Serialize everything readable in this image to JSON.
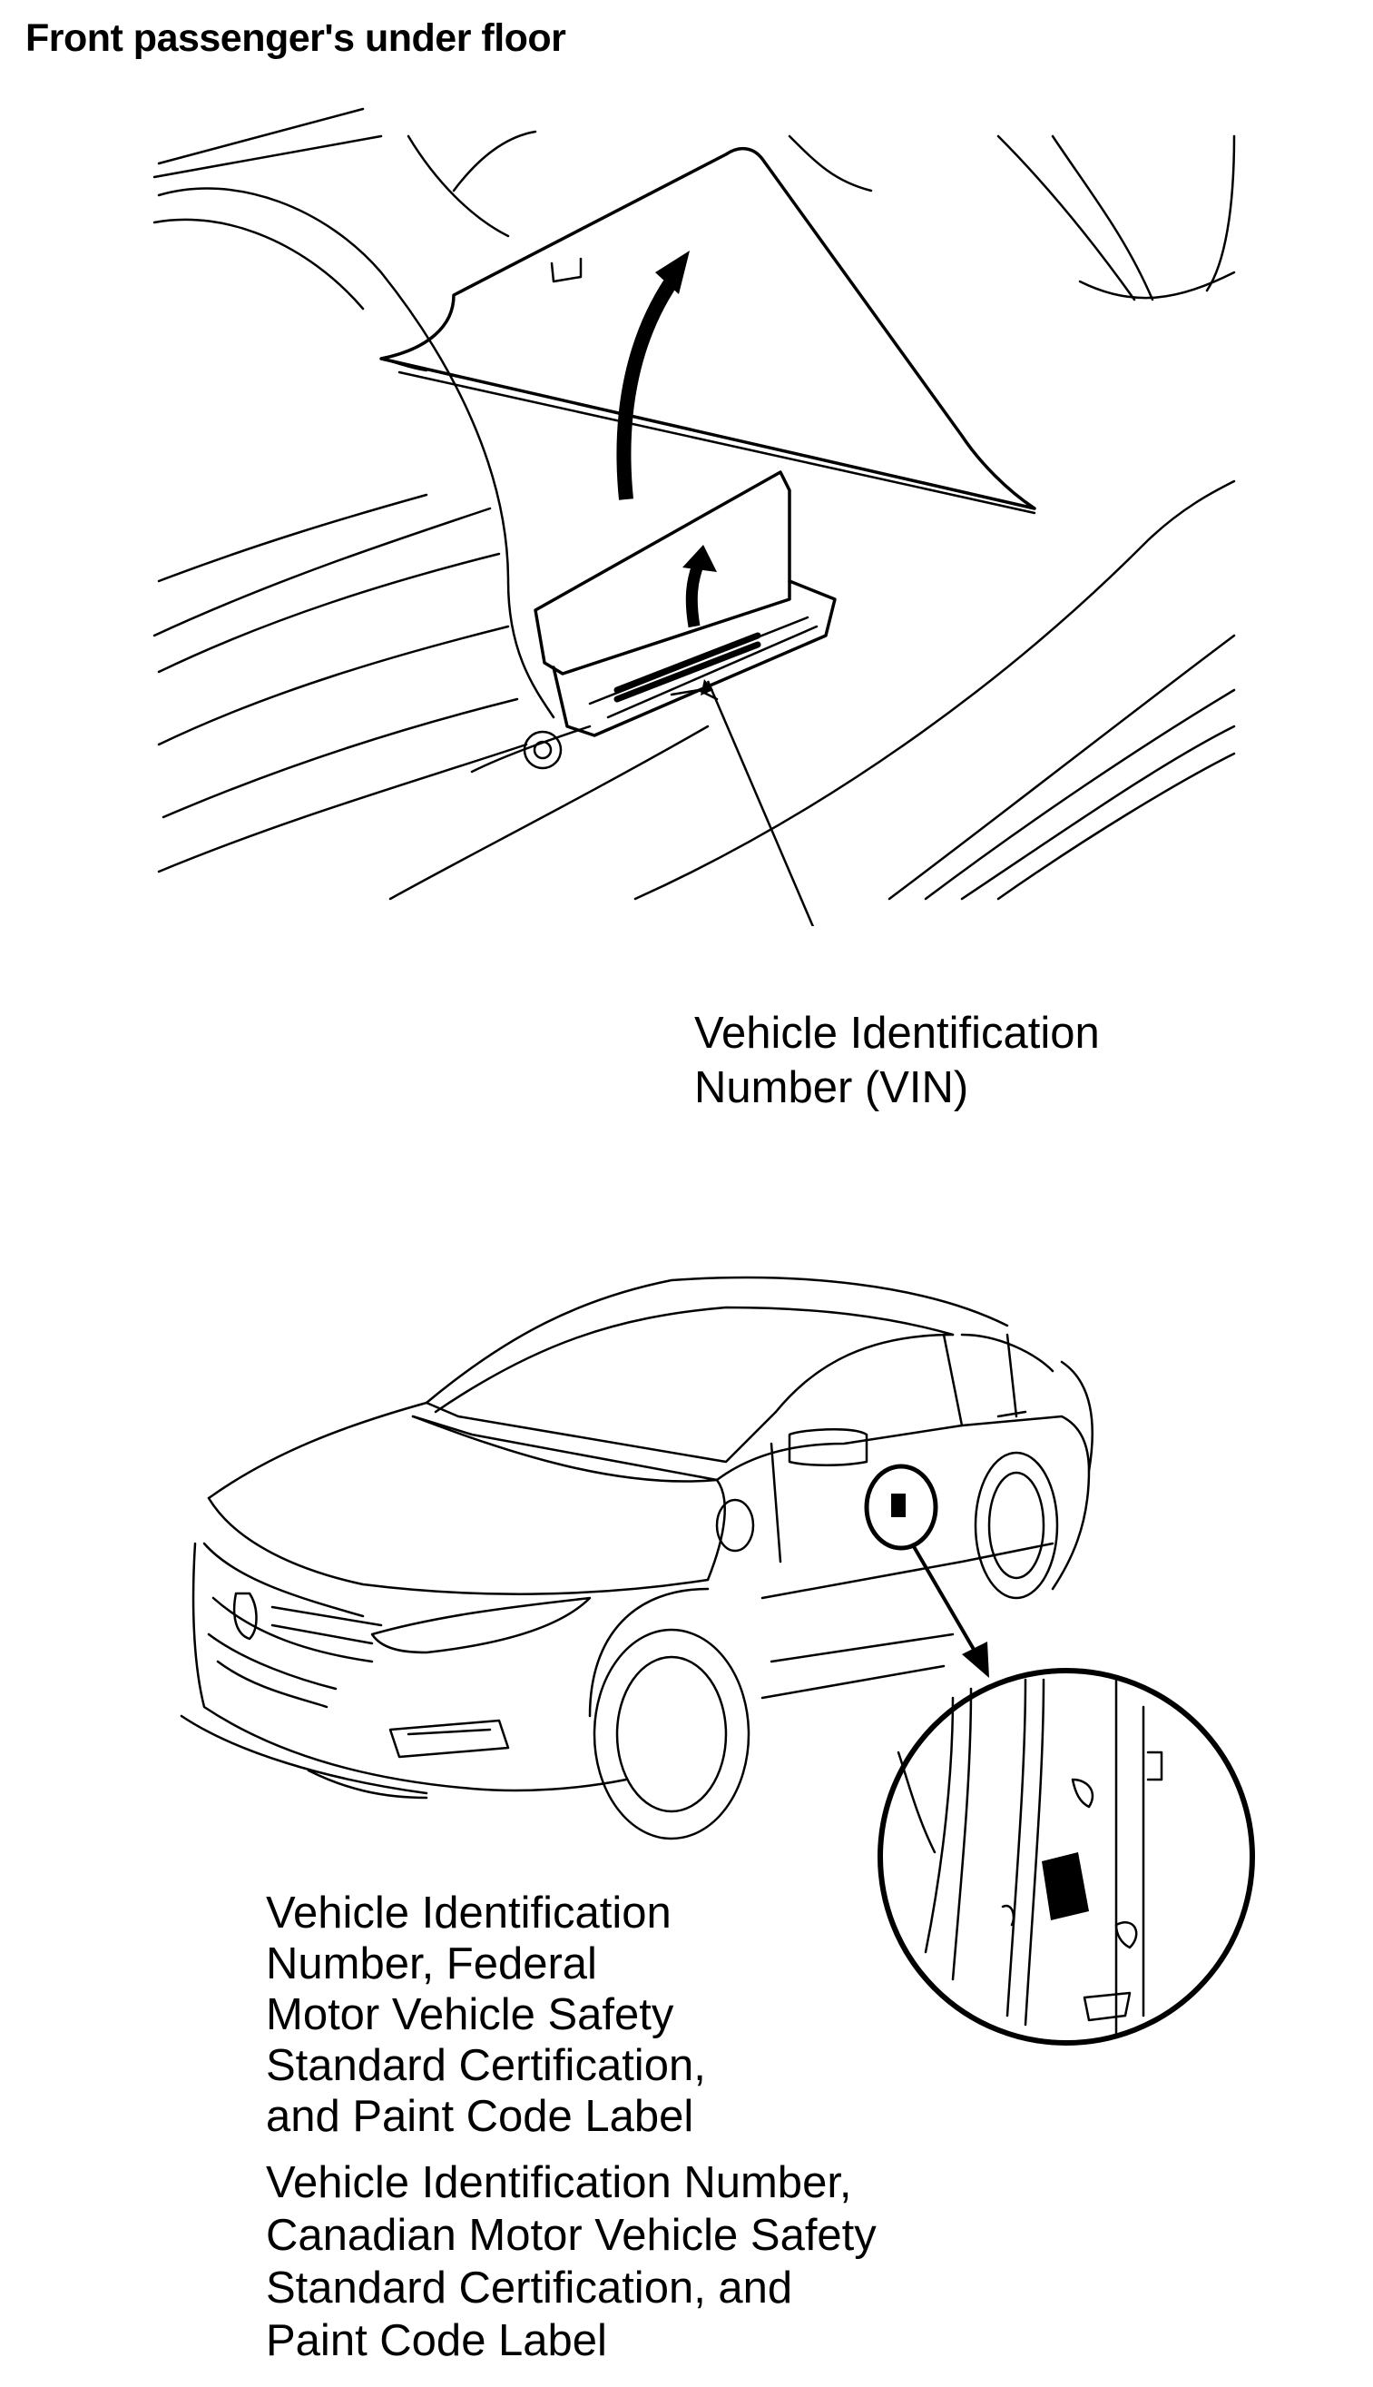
{
  "heading": "Front passenger's under floor",
  "callouts": {
    "vin": {
      "lines": [
        "Vehicle Identification",
        "Number (VIN)"
      ]
    },
    "federal_label": {
      "lines": [
        "Vehicle Identification",
        "Number, Federal",
        "Motor Vehicle Safety",
        "Standard Certification,",
        "and Paint Code Label"
      ]
    },
    "canadian_label": {
      "lines": [
        "Vehicle Identification Number,",
        "Canadian Motor Vehicle Safety",
        "Standard Certification, and",
        "Paint Code Label"
      ]
    }
  },
  "colors": {
    "ink": "#000000",
    "paper": "#ffffff"
  }
}
